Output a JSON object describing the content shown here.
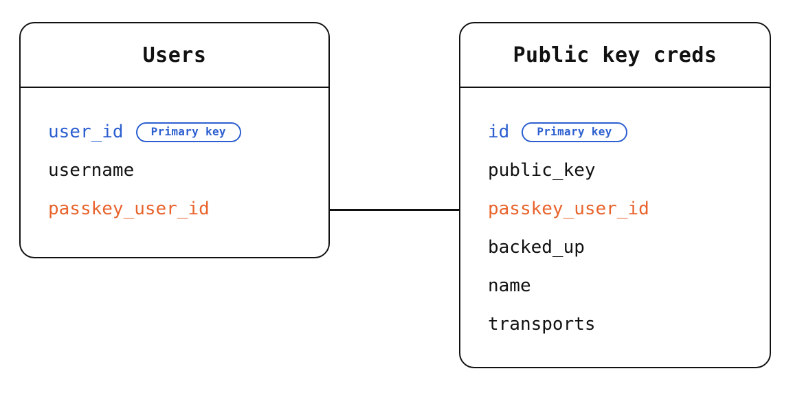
{
  "diagram": {
    "type": "entity-relationship-diagram",
    "background_color": "#ffffff",
    "line_color": "#111111",
    "pk_color": "#2b5fd0",
    "fk_color": "#e8642c",
    "text_color": "#111111"
  },
  "entities": [
    {
      "id": "users",
      "title": "Users",
      "fields": [
        {
          "name": "user_id",
          "role": "pk",
          "badge": "Primary key"
        },
        {
          "name": "username",
          "role": "plain",
          "badge": null
        },
        {
          "name": "passkey_user_id",
          "role": "fk",
          "badge": null
        }
      ]
    },
    {
      "id": "public-key-creds",
      "title": "Public key creds",
      "fields": [
        {
          "name": "id",
          "role": "pk",
          "badge": "Primary key"
        },
        {
          "name": "public_key",
          "role": "plain",
          "badge": null
        },
        {
          "name": "passkey_user_id",
          "role": "fk",
          "badge": null
        },
        {
          "name": "backed_up",
          "role": "plain",
          "badge": null
        },
        {
          "name": "name",
          "role": "plain",
          "badge": null
        },
        {
          "name": "transports",
          "role": "plain",
          "badge": null
        }
      ]
    }
  ],
  "relationships": [
    {
      "id": "users-to-public-key-creds",
      "from_entity": "users",
      "from_field": "passkey_user_id",
      "to_entity": "public-key-creds",
      "to_field": "passkey_user_id",
      "style": "solid-line"
    }
  ]
}
